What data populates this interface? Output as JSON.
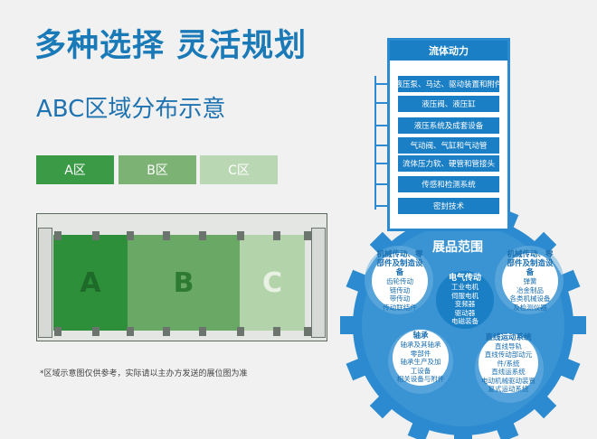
{
  "header": {
    "title": "多种选择  灵活规划",
    "subtitle": "ABC区域分布示意"
  },
  "zones": {
    "buttons": [
      {
        "label": "A区",
        "color": "#3a9a45"
      },
      {
        "label": "B区",
        "color": "#7cb274"
      },
      {
        "label": "C区",
        "color": "#b9d7b2"
      }
    ],
    "map_labels": [
      "A",
      "B",
      "C"
    ]
  },
  "note": "*区域示意图仅供参考，实际请以主办方发送的展位图为准",
  "fluid_power": {
    "title": "流体动力",
    "items": [
      "液压泵、马达、驱动装置和附件",
      "液压阀、液压缸",
      "液压系统及成套设备",
      "气动阀、气缸和气动管",
      "流体压力软、硬管和管接头",
      "传感和检测系统",
      "密封技术"
    ]
  },
  "product_scope": {
    "title": "展品范围",
    "left_top": {
      "title": "机械传动、零部件及制造设备",
      "items": [
        "齿轮传动",
        "链传动",
        "带传动",
        "传动联结件"
      ]
    },
    "right_top": {
      "title": "机械传动、零部件及制造设备",
      "items": [
        "弹簧",
        "冶金制品",
        "各类机械设备及检测仪器"
      ]
    },
    "center": {
      "title": "电气传动",
      "items": [
        "工业电机",
        "伺服电机",
        "变频器",
        "驱动器",
        "电磁装备"
      ]
    },
    "left_bottom": {
      "title": "轴承",
      "items": [
        "轴承及其轴承零部件",
        "轴承生产及加工设备",
        "相关设备与附件"
      ]
    },
    "right_bottom": {
      "title": "直线运动系统",
      "items": [
        "直线导轨",
        "直线传动部动元件/系统",
        "直线运系统",
        "电动机械驱动装置",
        "复式运动系统"
      ]
    }
  },
  "colors": {
    "brand_blue": "#1a7fc4",
    "title_blue": "#1a7ab8",
    "zone_a": "#2e8f3b",
    "zone_b": "#6aa866",
    "zone_c": "#b3d3ab"
  }
}
